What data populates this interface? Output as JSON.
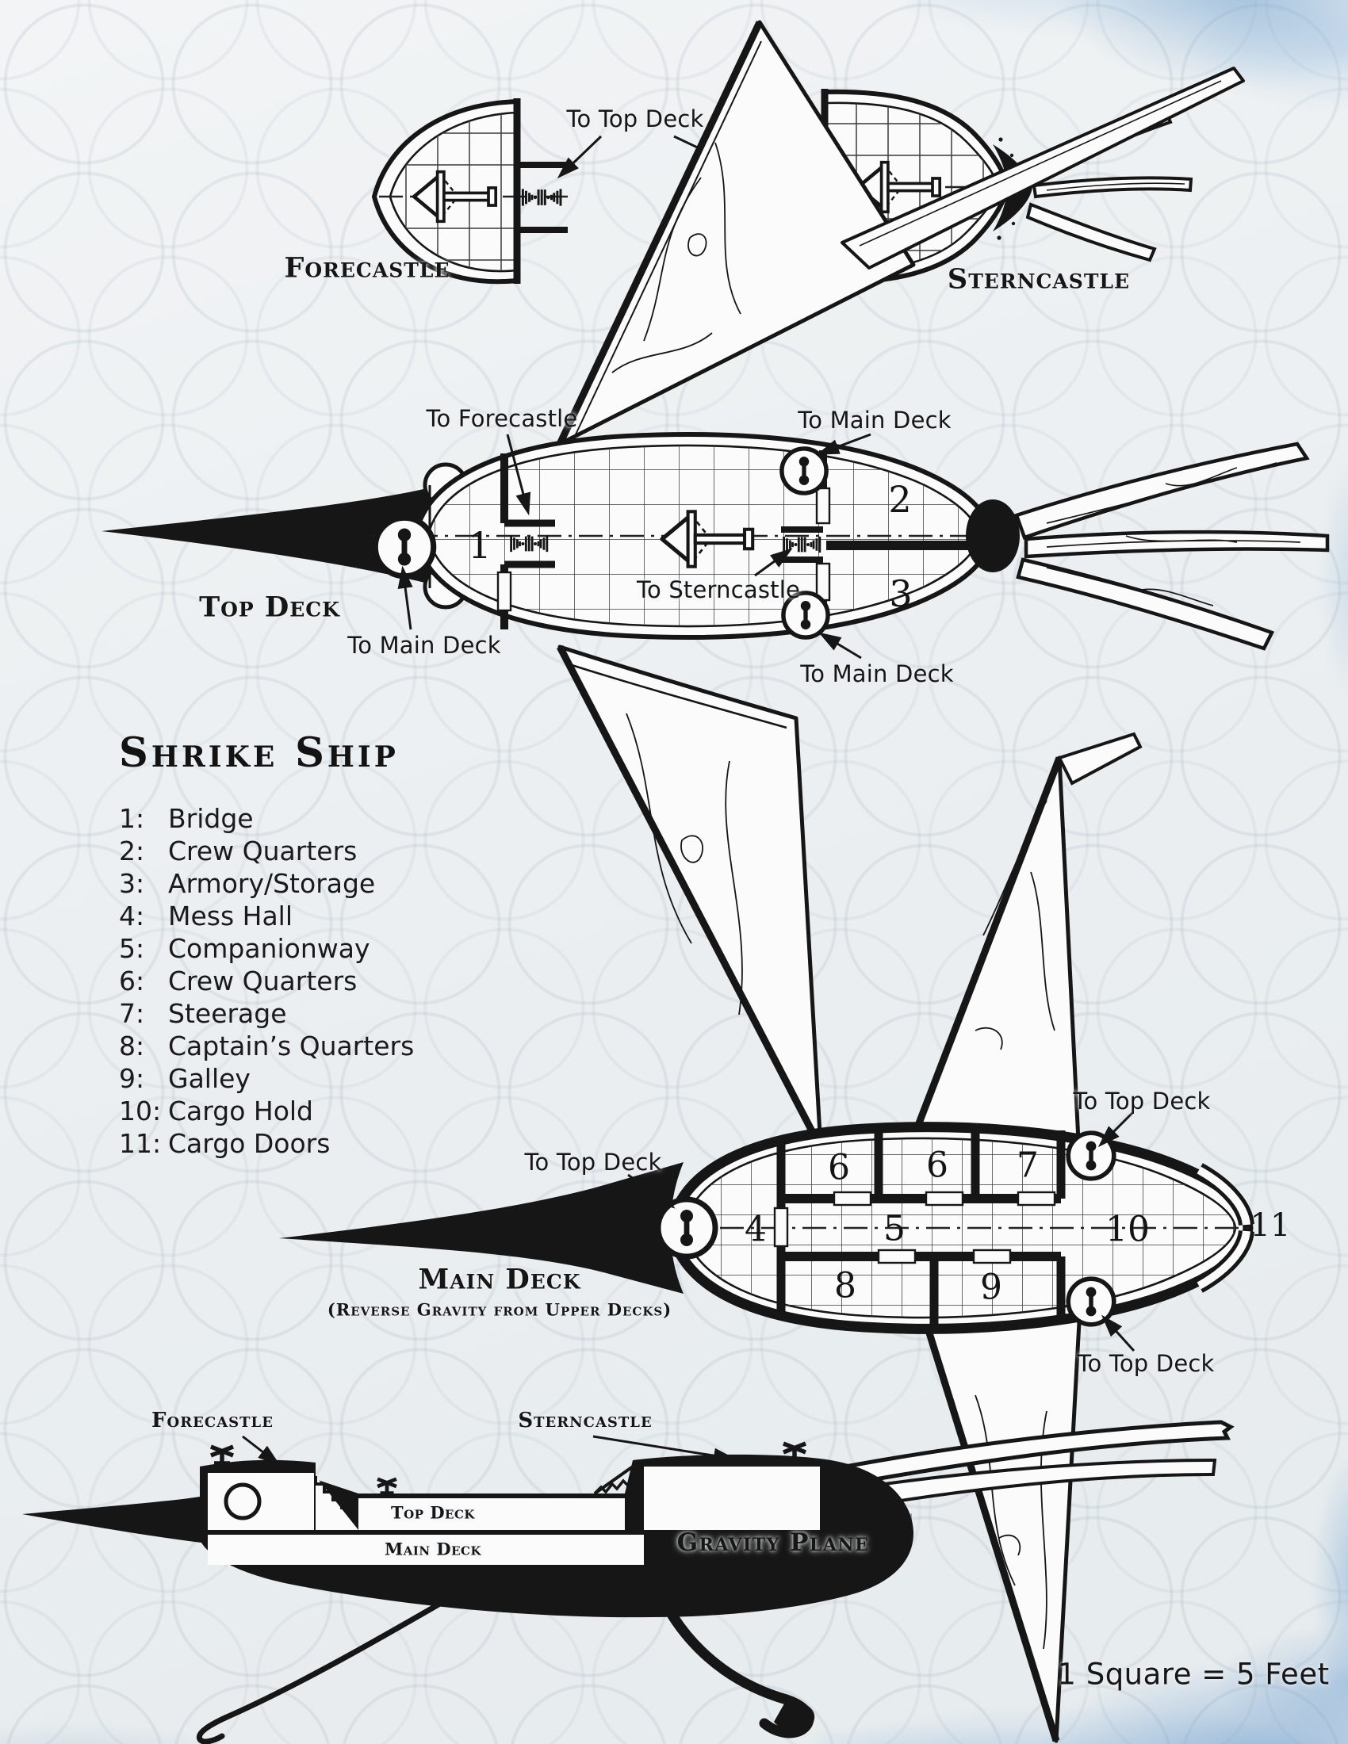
{
  "annotations": {
    "to_top_deck": "To Top Deck",
    "to_main_deck": "To Main Deck",
    "to_forecastle": "To Forecastle",
    "to_sterncastle": "To Sterncastle"
  },
  "decks": {
    "forecastle": {
      "title": "Forecastle"
    },
    "sterncastle": {
      "title": "Sterncastle"
    },
    "top_deck": {
      "title": "Top Deck",
      "rooms": {
        "r1": "1",
        "r2": "2",
        "r3": "3"
      }
    },
    "main_deck": {
      "title": "Main Deck",
      "subtitle": "(Reverse Gravity from Upper Decks)",
      "rooms": {
        "r4": "4",
        "r5": "5",
        "r6a": "6",
        "r6b": "6",
        "r7": "7",
        "r8": "8",
        "r9": "9",
        "r10": "10",
        "r11": "11"
      }
    }
  },
  "side_view": {
    "forecastle": "Forecastle",
    "sterncastle": "Sterncastle",
    "top_deck": "Top Deck",
    "main_deck": "Main Deck",
    "gravity_plane": "Gravity Plane"
  },
  "legend": {
    "title": "Shrike Ship",
    "items": [
      {
        "num": "1:",
        "label": "Bridge"
      },
      {
        "num": "2:",
        "label": "Crew Quarters"
      },
      {
        "num": "3:",
        "label": "Armory/Storage"
      },
      {
        "num": "4:",
        "label": "Mess Hall"
      },
      {
        "num": "5:",
        "label": "Companionway"
      },
      {
        "num": "6:",
        "label": "Crew Quarters"
      },
      {
        "num": "7:",
        "label": "Steerage"
      },
      {
        "num": "8:",
        "label": "Captain’s Quarters"
      },
      {
        "num": "9:",
        "label": "Galley"
      },
      {
        "num": "10:",
        "label": "Cargo Hold"
      },
      {
        "num": "11:",
        "label": "Cargo Doors"
      }
    ]
  },
  "scale_note": "1 Square = 5 Feet",
  "colors": {
    "ink": "#161616",
    "paper": "#fbfbfc",
    "pattern_line": "#91a2b2",
    "marble_blue": "#6e9bcd",
    "gravity_gray": "#9b9b9b"
  }
}
